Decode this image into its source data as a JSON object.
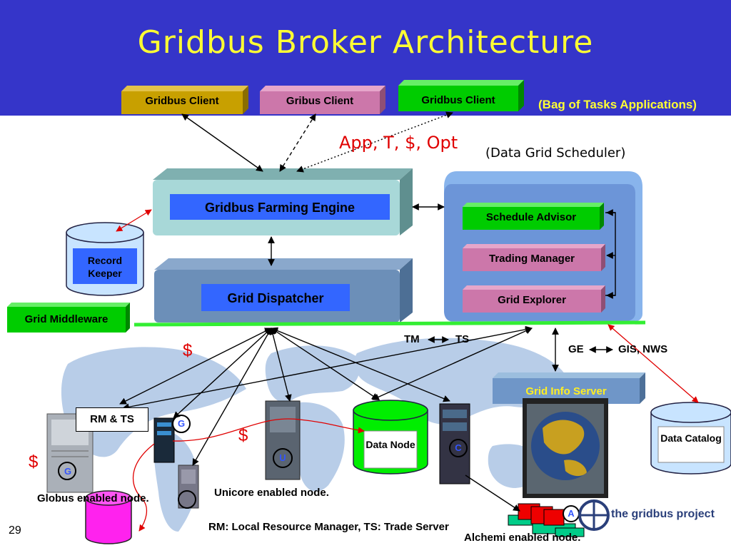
{
  "title": "Gridbus Broker Architecture",
  "clients": [
    "Gridbus Client",
    "Gribus Client",
    "Gridbus Client"
  ],
  "bag_of_tasks": "(Bag of Tasks Applications)",
  "app_params": "App, T, $, Opt",
  "data_grid_scheduler": "(Data Grid Scheduler)",
  "farming_engine": "Gridbus Farming Engine",
  "grid_dispatcher": "Grid Dispatcher",
  "record_keeper": "Record Keeper",
  "scheduler_modules": [
    "Schedule Advisor",
    "Trading Manager",
    "Grid Explorer"
  ],
  "grid_middleware": "Grid Middleware",
  "tm": "TM",
  "ts": "TS",
  "ge": "GE",
  "gis_nws": "GIS, NWS",
  "grid_info_server": "Grid Info  Server",
  "rm_ts": "RM & TS",
  "dollar": "$",
  "data_node": "Data Node",
  "data_catalog": "Data Catalog",
  "globus_node": "Globus enabled node.",
  "unicore_node": "Unicore enabled node.",
  "alchemi_node": "Alchemi enabled node.",
  "footnote": "RM: Local Resource Manager, TS: Trade Server",
  "page_number": "29",
  "gridbus_project": "the gridbus project",
  "badges": {
    "globus": "G",
    "unicore": "U",
    "condor": "C",
    "alchemi": "A"
  },
  "colors": {
    "header_bg": "#3535c9",
    "title": "#ffff33",
    "client_gold": "#c8a000",
    "client_pink": "#cc77aa",
    "client_green": "#00cc00",
    "engine_panel": "#a8d8d8",
    "dispatcher_panel": "#6c8fb8",
    "scheduler_panel": "#6c95d8",
    "inner_blue": "#3366ff",
    "middleware_line": "#33ee33",
    "red_text": "#e00000"
  }
}
